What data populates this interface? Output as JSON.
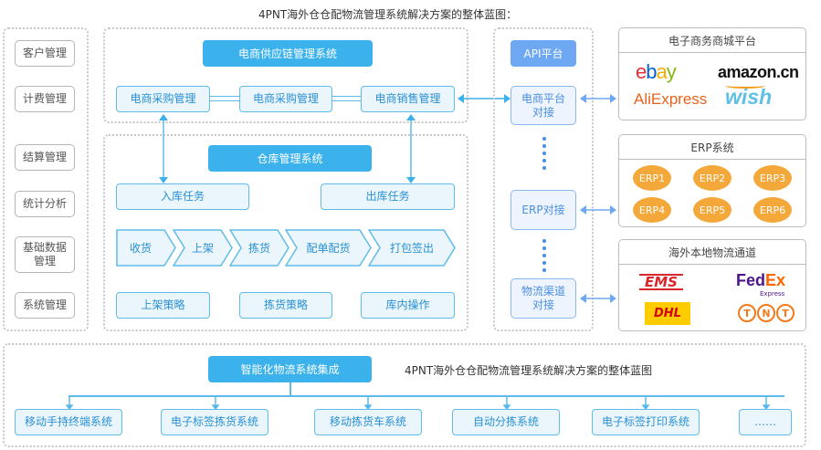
{
  "title": "4PNT海外仓仓配物流管理系统解决方案的整体蓝图：",
  "left_menu": [
    "客户管理",
    "计费管理",
    "结算管理",
    "统计分析",
    "基础数据管理",
    "系统管理"
  ],
  "supply_chain": {
    "header": "电商供应链管理系统",
    "items": [
      "电商采购管理",
      "电商采购管理",
      "电商销售管理"
    ]
  },
  "warehouse": {
    "header": "仓库管理系统",
    "tasks": [
      "入库任务",
      "出库任务"
    ],
    "flow": [
      "收货",
      "上架",
      "拣货",
      "配单配货",
      "打包签出"
    ],
    "strategies": [
      "上架策略",
      "拣货策略",
      "库内操作"
    ]
  },
  "api": {
    "header": "API平台",
    "items": [
      "电商平台对接",
      "ERP对接",
      "物流渠道对接"
    ]
  },
  "ecommerce": {
    "header": "电子商务商城平台",
    "logos": [
      "ebay",
      "amazon.cn",
      "AliExpress",
      "wish"
    ]
  },
  "erp": {
    "header": "ERP系统",
    "items": [
      "ERP1",
      "ERP2",
      "ERP3",
      "ERP4",
      "ERP5",
      "ERP6"
    ]
  },
  "logistics": {
    "header": "海外本地物流通道",
    "logos": [
      "EMS",
      "FedEx",
      "Express",
      "DHL",
      "TNT"
    ]
  },
  "integration": {
    "header": "智能化物流系统集成",
    "caption": "4PNT海外仓仓配物流管理系统解决方案的整体蓝图",
    "items": [
      "移动手持终端系统",
      "电子标签拣货系统",
      "移动拣货车系统",
      "自动分拣系统",
      "电子标签打印系统",
      "……"
    ]
  },
  "colors": {
    "primary": "#3cb2ec",
    "api": "#6fa8f2",
    "erp": "#f5a83a"
  }
}
